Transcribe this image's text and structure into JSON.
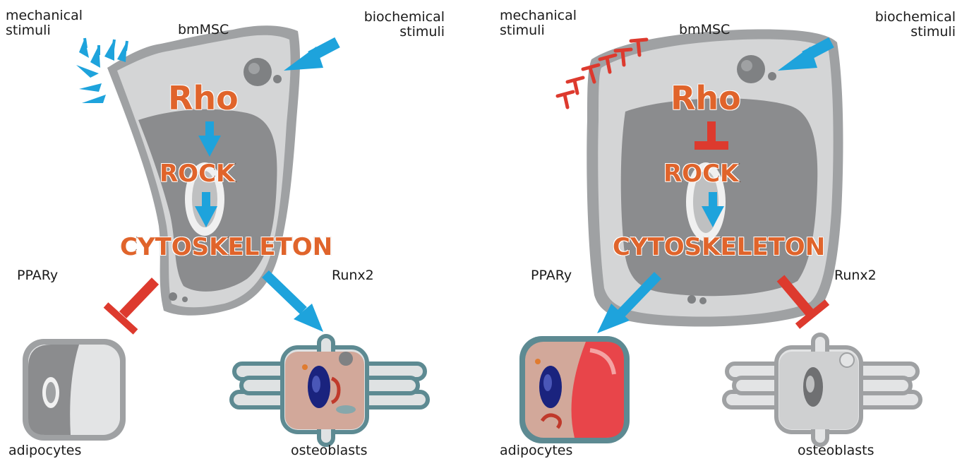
{
  "panels": [
    {
      "id": "left",
      "mechanical": "mechanical\nstimuli",
      "cell": "bmMSC",
      "biochemical": "biochemical\nstimuli",
      "rho": "Rho",
      "rock": "ROCK",
      "cytoskeleton": "CYTOSKELETON",
      "ppar": "PPARy",
      "runx": "Runx2",
      "adipocytes": "adipocytes",
      "osteoblasts": "osteoblasts"
    },
    {
      "id": "right",
      "mechanical": "mechanical\nstimuli",
      "cell": "bmMSC",
      "biochemical": "biochemical\nstimuli",
      "rho": "Rho",
      "rock": "ROCK",
      "cytoskeleton": "CYTOSKELETON",
      "ppar": "PPARy",
      "runx": "Runx2",
      "adipocytes": "adipocytes",
      "osteoblasts": "osteoblasts"
    }
  ],
  "colors": {
    "activate": "#1ea3dc",
    "inhibit": "#dd3a2e",
    "cell_outer": "#9fa1a3",
    "cell_inner": "#d4d5d6",
    "nucleus": "#8b8c8e",
    "label_text": "#e0642b",
    "adipocyte_fill": "#d2a89a",
    "lipid": "#e8454a",
    "nucleus_blue": "#1a237e",
    "osteoblast_edge": "#5d8a92"
  }
}
